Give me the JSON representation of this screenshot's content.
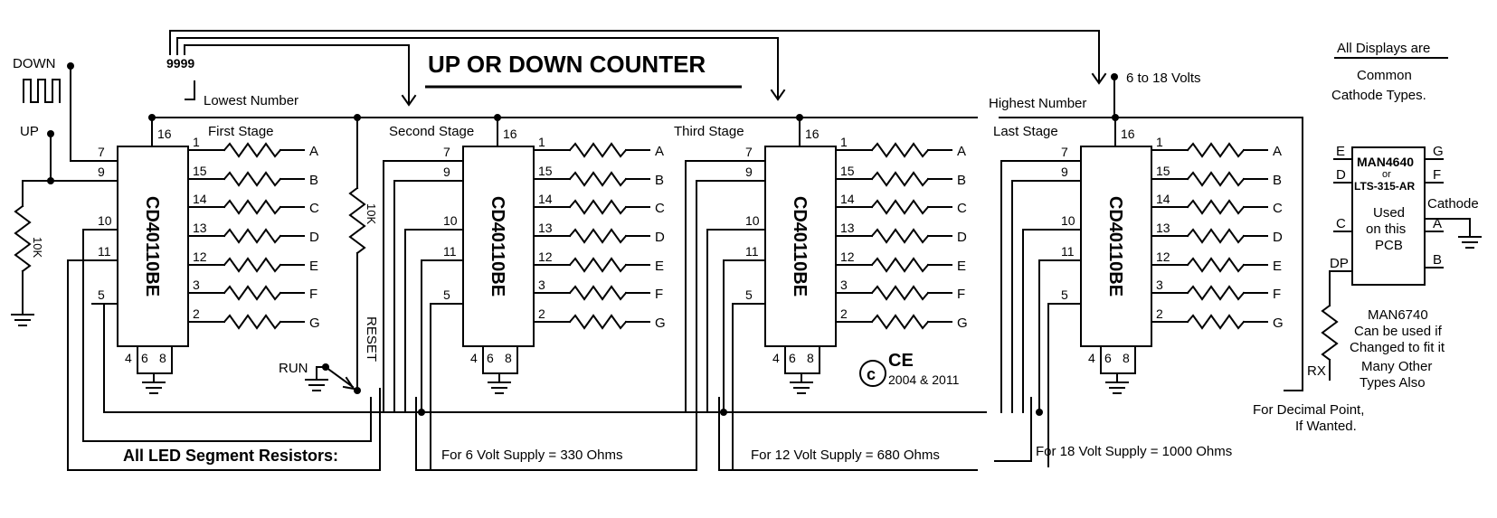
{
  "title": "UP OR DOWN COUNTER",
  "labels": {
    "down": "DOWN",
    "up": "UP",
    "n9999": "9999",
    "lowest": "Lowest Number",
    "highest": "Highest Number",
    "supply": "6 to 18 Volts",
    "reset": "RESET",
    "run": "RUN",
    "r10k": "10K",
    "copyright_year": "2004 & 2011",
    "ce_logo": "CE"
  },
  "stages": [
    {
      "name": "First Stage",
      "chip": "CD40110BE"
    },
    {
      "name": "Second Stage",
      "chip": "CD40110BE"
    },
    {
      "name": "Third Stage",
      "chip": "CD40110BE"
    },
    {
      "name": "Last Stage",
      "chip": "CD40110BE"
    }
  ],
  "pins": {
    "top": "16",
    "left": [
      "7",
      "9",
      "10",
      "11",
      "5"
    ],
    "bottom": [
      "4",
      "6",
      "8"
    ],
    "outputs": [
      "1",
      "15",
      "14",
      "13",
      "12",
      "3",
      "2"
    ],
    "segments": [
      "A",
      "B",
      "C",
      "D",
      "E",
      "F",
      "G"
    ]
  },
  "display": {
    "header1": "All Displays are",
    "header2": "Common",
    "header3": "Cathode Types.",
    "part1": "MAN4640",
    "or": "or",
    "part2": "LTS-315-AR",
    "used1": "Used",
    "used2": "on this",
    "used3": "PCB",
    "left_pins": [
      "E",
      "D",
      "C",
      "DP"
    ],
    "right_pins": [
      "G",
      "F",
      "A",
      "B"
    ],
    "cathode": "Cathode",
    "rx": "RX",
    "note1": "MAN6740",
    "note2": "Can be used if",
    "note3": "Changed to fit it",
    "note4": "Many Other",
    "note5": "Types Also",
    "dp1": "For Decimal Point,",
    "dp2": "If Wanted."
  },
  "resistor_notes": {
    "heading": "All LED Segment Resistors:",
    "v6": "For 6 Volt Supply = 330 Ohms",
    "v12": "For 12 Volt Supply = 680 Ohms",
    "v18": "For 18 Volt Supply = 1000 Ohms"
  }
}
